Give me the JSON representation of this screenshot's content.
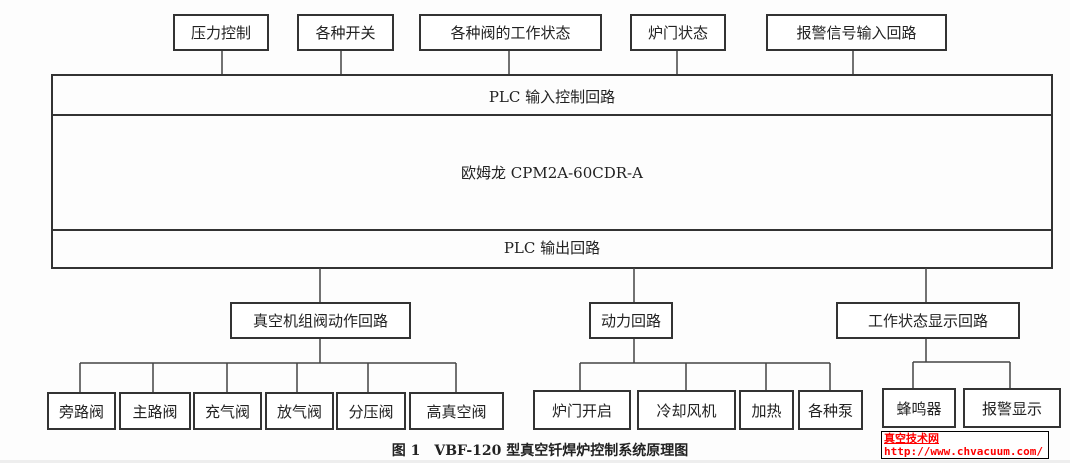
{
  "inputs": [
    "压力控制",
    "各种开关",
    "各种阀的工作状态",
    "炉门状态",
    "报警信号输入回路"
  ],
  "plc": {
    "input_loop": "PLC 输入控制回路",
    "model": "欧姆龙 CPM2A-60CDR-A",
    "output_loop": "PLC 输出回路"
  },
  "groups": [
    {
      "label": "真空机组阀动作回路",
      "items": [
        "旁路阀",
        "主路阀",
        "充气阀",
        "放气阀",
        "分压阀",
        "高真空阀"
      ]
    },
    {
      "label": "动力回路",
      "items": [
        "炉门开启",
        "冷却风机",
        "加热",
        "各种泵"
      ]
    },
    {
      "label": "工作状态显示回路",
      "items": [
        "蜂鸣器",
        "报警显示"
      ]
    }
  ],
  "caption": "图 1　VBF-120 型真空钎焊炉控制系统原理图",
  "watermark": {
    "name": "真空技术网",
    "url": "http://www.chvacuum.com/"
  }
}
